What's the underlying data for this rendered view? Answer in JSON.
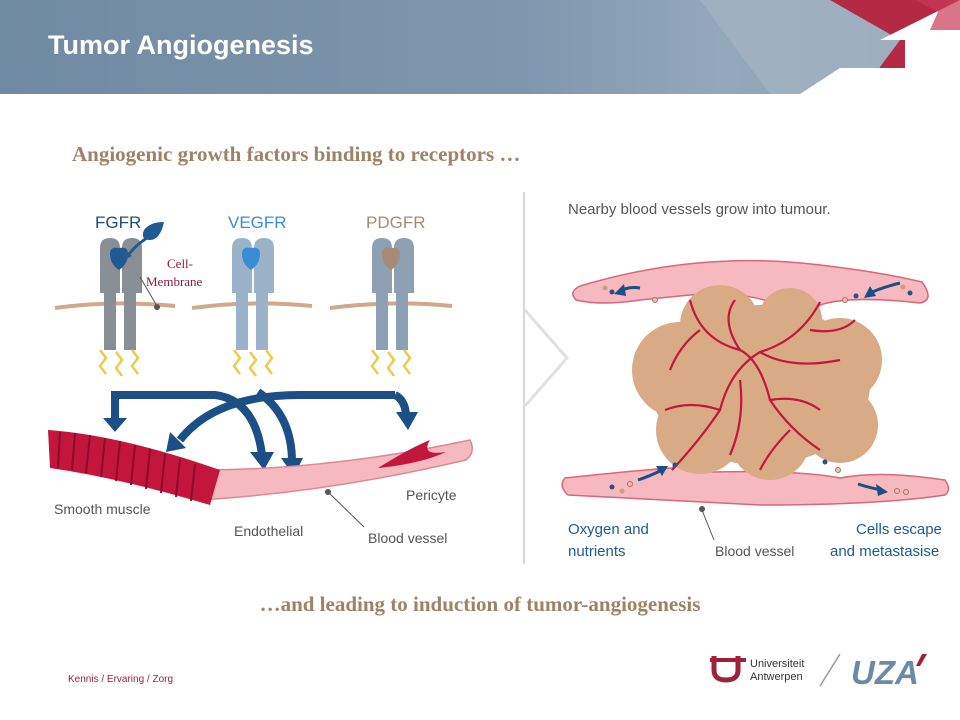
{
  "slide": {
    "title": "Tumor Angiogenesis",
    "subtitle": "Angiogenic growth factors binding to receptors …",
    "caption": "…and leading to induction of tumor-angiogenesis",
    "credit": "Kennis / Ervaring / Zorg"
  },
  "left_panel": {
    "receptors": [
      {
        "name": "FGFR",
        "color": "#1f5a91"
      },
      {
        "name": "VEGFR",
        "color": "#3a8dd4"
      },
      {
        "name": "PDGFR",
        "color": "#a58b74"
      }
    ],
    "membrane_label_1": "Cell-",
    "membrane_label_2": "Membrane",
    "smooth_muscle": "Smooth muscle",
    "endothelial": "Endothelial",
    "pericyte": "Pericyte",
    "blood_vessel": "Blood vessel"
  },
  "right_panel": {
    "heading": "Nearby blood vessels grow into tumour.",
    "oxygen_line1": "Oxygen and",
    "oxygen_line2": "nutrients",
    "blood_vessel": "Blood vessel",
    "cells_line1": "Cells escape",
    "cells_line2": "and metastasise"
  },
  "logos": {
    "university_line1": "Universiteit",
    "university_line2": "Antwerpen",
    "uza": "UZA"
  },
  "colors": {
    "accent_red": "#a01f3a",
    "vessel_pink": "#f6b9c0",
    "tumour_tan": "#d8aa86",
    "arrow_blue": "#1c4f85",
    "caption_tan": "#9c8368"
  }
}
